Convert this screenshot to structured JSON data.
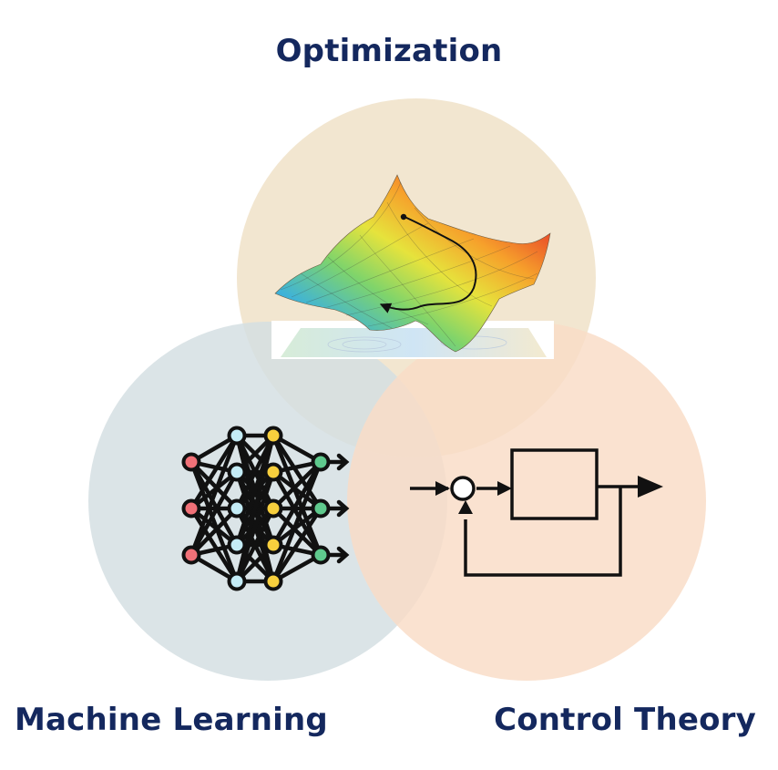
{
  "labels": {
    "top": "Optimization",
    "bottom_left": "Machine Learning",
    "bottom_right": "Control Theory"
  },
  "circles": [
    {
      "id": "optimization",
      "color": "#f0e2c8"
    },
    {
      "id": "machine-learning",
      "color": "#d5dfe3"
    },
    {
      "id": "control-theory",
      "color": "#f9ddc8"
    }
  ],
  "colors": {
    "title": "#14285e",
    "ink": "#111111",
    "node_red": "#f17178",
    "node_blue": "#c4ecf6",
    "node_yellow": "#f7cf3d",
    "node_green": "#5fc98d"
  },
  "icons": [
    "loss-landscape-icon",
    "neural-network-icon",
    "feedback-loop-icon"
  ]
}
